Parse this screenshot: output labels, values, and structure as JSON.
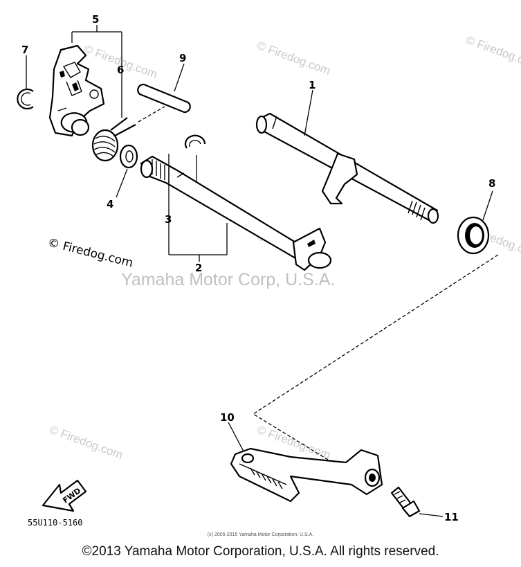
{
  "watermark": {
    "site_tl": "© Firedog.com",
    "site_tr": "© Firedog.com",
    "site_tr2": "© Firedog.com",
    "site_mid_l": "© Firedog.com",
    "site_mid_c": "© Firedog.com",
    "site_bl": "© Firedog.com",
    "site_bc": "© Firedog.com",
    "site_br": "© Firedog.com",
    "brand": "Yamaha Motor Corp, U.S.A."
  },
  "callouts": {
    "p1": "1",
    "p2": "2",
    "p3": "3",
    "p4": "4",
    "p5": "5",
    "p6": "6",
    "p7": "7",
    "p8": "8",
    "p9": "9",
    "p10": "10",
    "p11": "11"
  },
  "fwd_label": "FWD",
  "diagram_code": "55U110-5160",
  "small_copyright": "(c) 2005-2015 Yamaha Motor Corporation, U.S.A.",
  "footer_copyright": "©2013 Yamaha Motor Corporation, U.S.A. All rights reserved."
}
